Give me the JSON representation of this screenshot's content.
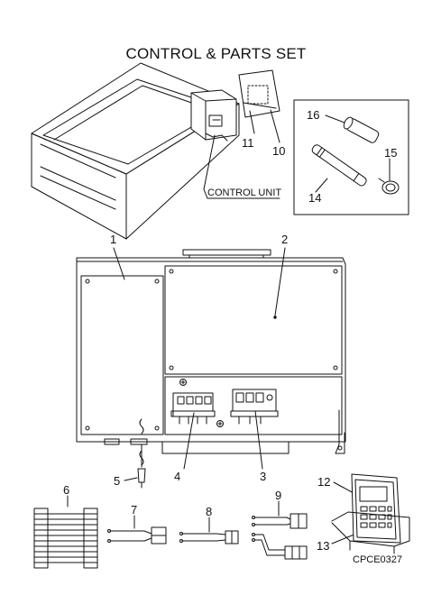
{
  "title": "CONTROL & PARTS SET",
  "callouts": {
    "control_unit": "CONTROL UNIT",
    "n1": "1",
    "n2": "2",
    "n3": "3",
    "n4": "4",
    "n5": "5",
    "n6": "6",
    "n7": "7",
    "n8": "8",
    "n9": "9",
    "n10": "10",
    "n11": "11",
    "n12": "12",
    "n13": "13",
    "n14": "14",
    "n15": "15",
    "n16": "16"
  },
  "figure_code": "CPCE0327"
}
